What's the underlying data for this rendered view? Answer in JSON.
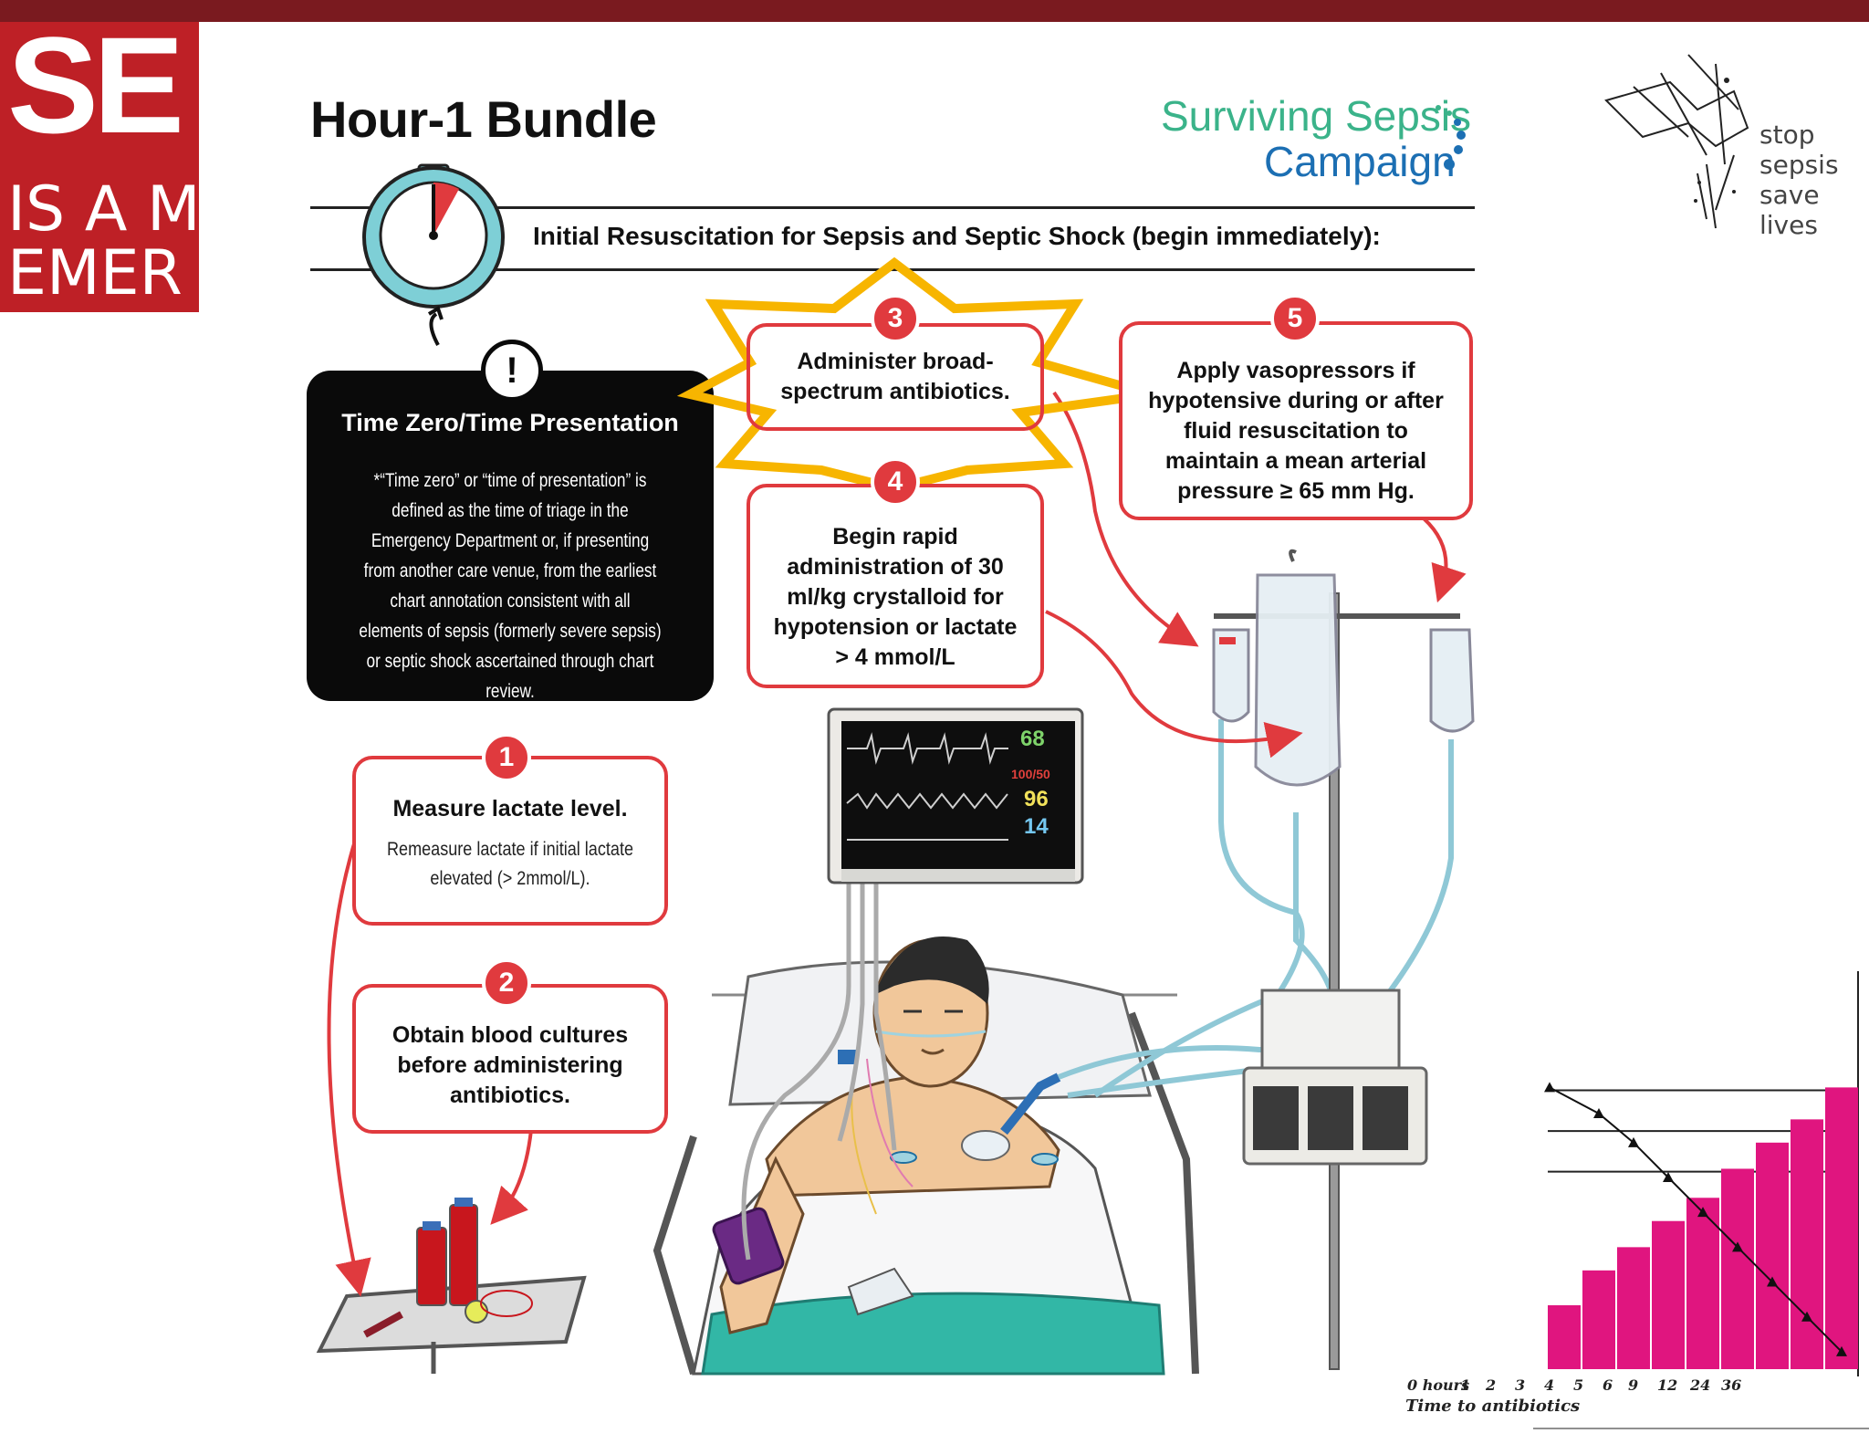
{
  "poster": {
    "big_text": "SE",
    "line2": "IS A M",
    "line3": "EMER"
  },
  "header": {
    "title": "Hour-1 Bundle",
    "logo_line1": "Surviving Sepsis",
    "logo_line2": "Campaign",
    "subtitle": "Initial Resuscitation for Sepsis and Septic Shock (begin immediately):"
  },
  "stop_sepsis_logo": [
    "stop",
    "sepsis",
    "save",
    "lives"
  ],
  "time_zero": {
    "badge": "!",
    "title": "Time Zero/Time Presentation",
    "body": "*“Time zero” or “time of presentation” is defined as the time of triage in the Emergency Department or, if presenting from another care venue, from the earliest chart annotation consistent with all elements of sepsis (formerly severe sepsis) or septic shock ascertained through chart review."
  },
  "steps": [
    {
      "number": "1",
      "head": "Measure lactate level.",
      "body": "Remeasure lactate if initial lactate elevated (> 2mmol/L)."
    },
    {
      "number": "2",
      "head": "Obtain blood cultures before administering antibiotics.",
      "body": ""
    },
    {
      "number": "3",
      "head": "Administer broad-spectrum antibiotics.",
      "body": ""
    },
    {
      "number": "4",
      "head": "Begin rapid administration of 30 ml/kg crystalloid for hypotension or lactate > 4 mmol/L",
      "body": ""
    },
    {
      "number": "5",
      "head": "Apply vasopressors if hypotensive during or after fluid resuscitation to maintain a mean arterial pressure ≥ 65 mm Hg.",
      "body": ""
    }
  ],
  "monitor": {
    "hr": "68",
    "bp": "100/50",
    "spo2": "96",
    "rr": "14"
  },
  "colors": {
    "accent_red": "#e03a3e",
    "star_yellow": "#f7b500",
    "bar_magenta": "#e0157f",
    "ssc_green": "#3bb38a",
    "ssc_blue": "#1c6fb3"
  },
  "chart_data": {
    "type": "bar",
    "categories": [
      "0 hours",
      "1",
      "2",
      "3",
      "4",
      "5",
      "6",
      "9",
      "12",
      "24",
      "36"
    ],
    "values": [
      22,
      34,
      42,
      51,
      59,
      69,
      78,
      86,
      97
    ],
    "line_values": [
      97,
      88,
      78,
      66,
      54,
      42,
      30,
      18,
      6
    ],
    "xlabel": "Time to antibiotics",
    "ylabel": "",
    "ylim": [
      0,
      110
    ]
  }
}
